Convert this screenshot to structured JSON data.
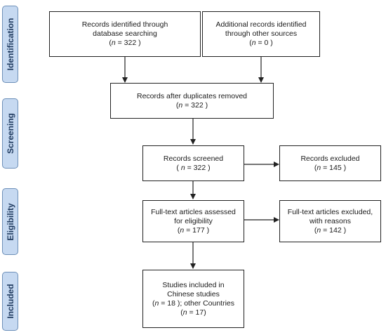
{
  "phases": {
    "identification": "Identification",
    "screening": "Screening",
    "eligibility": "Eligibility",
    "included": "Included"
  },
  "boxes": {
    "database": {
      "line1": "Records identified through",
      "line2": "database searching",
      "count": "(n = 322 )"
    },
    "other_sources": {
      "line1": "Additional records identified",
      "line2": "through other sources",
      "count": "(n = 0 )"
    },
    "duplicates_removed": {
      "line1": "Records after duplicates removed",
      "count": "(n = 322 )"
    },
    "screened": {
      "line1": "Records screened",
      "count": "( n = 322 )"
    },
    "excluded": {
      "line1": "Records excluded",
      "count": "(n = 145 )"
    },
    "fulltext_assessed": {
      "line1": "Full-text articles assessed",
      "line2": "for eligibility",
      "count": "(n = 177 )"
    },
    "fulltext_excluded": {
      "line1": "Full-text articles excluded,",
      "line2": "with reasons",
      "count": "(n = 142 )"
    },
    "included_studies": {
      "line1": "Studies included in",
      "line2": "Chinese studies",
      "line3": "(n = 18 ); other Countries",
      "line4": "(n = 17)"
    }
  },
  "colors": {
    "phase_fill": "#c6d9f1",
    "phase_border": "#6d8fb8",
    "phase_text": "#1f3a5f"
  }
}
